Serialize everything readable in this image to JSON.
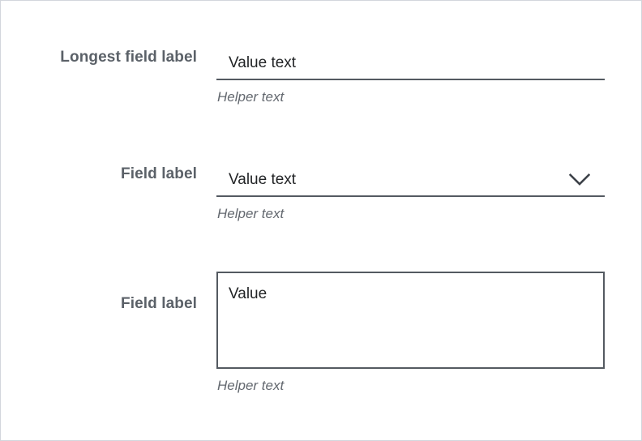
{
  "theme": {
    "page_border_color": "#d3d6dc",
    "background_color": "#ffffff",
    "label_color": "#5b6168",
    "value_color": "#222426",
    "helper_color": "#63686f",
    "field_line_color": "#545a61"
  },
  "form": {
    "fields": [
      {
        "type": "text-input",
        "label": "Longest field label",
        "value": "Value text",
        "placeholder": "Value text",
        "helper": "Helper text"
      },
      {
        "type": "select",
        "label": "Field label",
        "value": "Value text",
        "placeholder": "Value text",
        "helper": "Helper text",
        "icon": "chevron-down-icon"
      },
      {
        "type": "textarea",
        "label": "Field label",
        "value": "Value",
        "placeholder": "Value",
        "helper": "Helper text"
      }
    ]
  }
}
